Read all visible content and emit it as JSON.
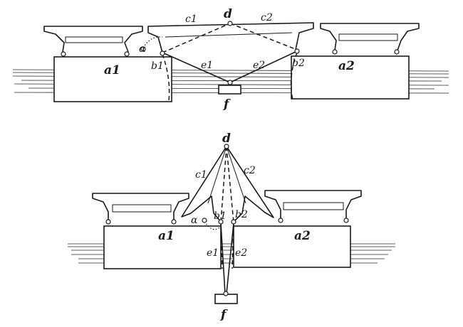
{
  "top": {
    "a1": "a1",
    "a2": "a2",
    "b1": "b1",
    "b2": "b2",
    "c1": "c1",
    "c2": "c2",
    "d": "d",
    "e1": "e1",
    "e2": "e2",
    "f": "f",
    "alpha": "α"
  },
  "bottom": {
    "a1": "a1",
    "a2": "a2",
    "b1": "b1",
    "b2": "b2",
    "c1": "c1",
    "c2": "c2",
    "d": "d",
    "e1": "e1",
    "e2": "e2",
    "f": "f",
    "alpha": "α"
  }
}
